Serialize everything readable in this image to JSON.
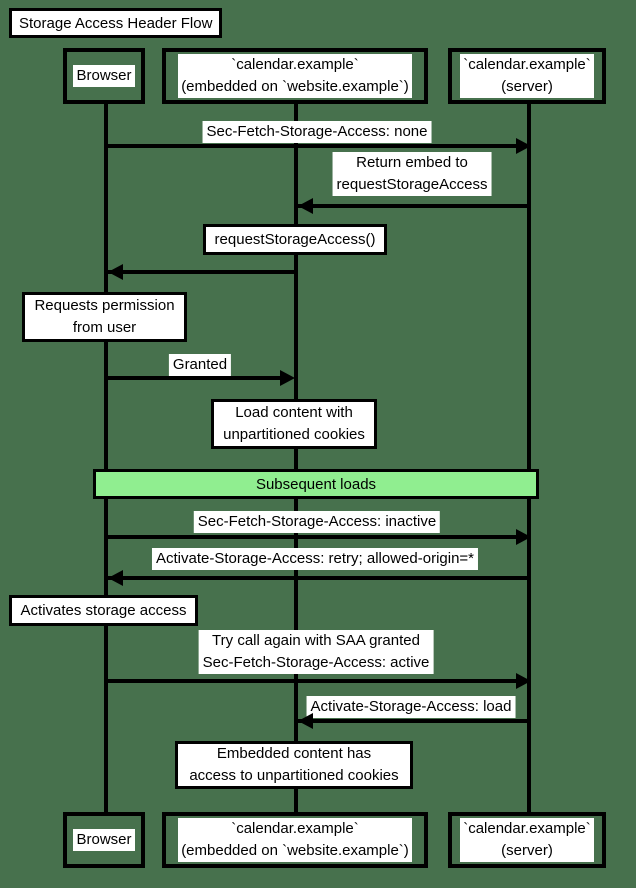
{
  "colors": {
    "background": "#47714d",
    "divider_fill": "#90ee90",
    "shape_fill": "#ffffff",
    "line": "#000000"
  },
  "title": "Storage Access Header Flow",
  "participants": [
    {
      "id": "browser",
      "lines": [
        "Browser"
      ]
    },
    {
      "id": "embed",
      "lines": [
        "`calendar.example`",
        "(embedded on `website.example`)"
      ]
    },
    {
      "id": "server",
      "lines": [
        "`calendar.example`",
        "(server)"
      ]
    }
  ],
  "messages": [
    {
      "from": "browser",
      "to": "server",
      "direction": "right",
      "lines": [
        "Sec-Fetch-Storage-Access: none"
      ]
    },
    {
      "from": "server",
      "to": "embed",
      "direction": "left",
      "lines": [
        "Return embed to",
        "requestStorageAccess"
      ]
    },
    {
      "from": "embed",
      "to": "browser",
      "direction": "left",
      "boxed_label": true,
      "lines": [
        "requestStorageAccess()"
      ]
    },
    {
      "from": "browser",
      "to": "embed",
      "direction": "right",
      "lines": [
        "Granted"
      ]
    },
    {
      "from": "browser",
      "to": "server",
      "direction": "right",
      "lines": [
        "Sec-Fetch-Storage-Access: inactive"
      ]
    },
    {
      "from": "server",
      "to": "browser",
      "direction": "left",
      "lines": [
        "Activate-Storage-Access: retry; allowed-origin=*"
      ]
    },
    {
      "from": "browser",
      "to": "server",
      "direction": "right",
      "lines": [
        "Try call again with SAA granted",
        "Sec-Fetch-Storage-Access: active"
      ]
    },
    {
      "from": "server",
      "to": "embed",
      "direction": "left",
      "lines": [
        "Activate-Storage-Access: load"
      ]
    }
  ],
  "notes": [
    {
      "over": "browser",
      "lines": [
        "Requests permission",
        "from user"
      ]
    },
    {
      "over": "embed",
      "lines": [
        "Load content with",
        "unpartitioned cookies"
      ]
    },
    {
      "over": "browser",
      "lines": [
        "Activates storage access"
      ]
    },
    {
      "over": "embed",
      "lines": [
        "Embedded content has",
        "access to unpartitioned cookies"
      ]
    }
  ],
  "divider": {
    "label": "Subsequent loads"
  }
}
